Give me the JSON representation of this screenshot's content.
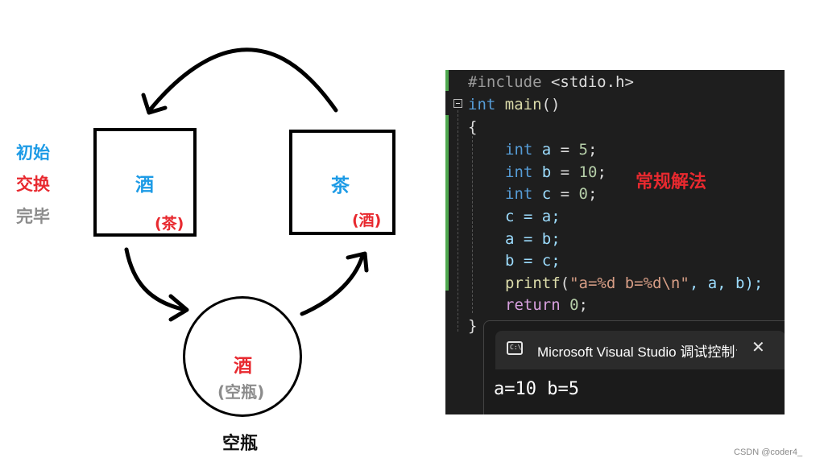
{
  "legend": {
    "initial": "初始",
    "swap": "交换",
    "done": "完毕"
  },
  "diagram": {
    "cup_a_label": "酒",
    "cup_a_swapped": "(茶)",
    "cup_b_label": "茶",
    "cup_b_swapped": "(酒)",
    "empty_label": "酒",
    "empty_sub": "(空瓶)",
    "empty_caption": "空瓶"
  },
  "code": {
    "line1_pp": "#include",
    "line1_inc": " <stdio.h>",
    "line2_kw": "int",
    "line2_fn": " main",
    "line2_rest": "()",
    "line3": "{",
    "line4_kw": "int",
    "line4_var": " a",
    "line4_op": " = ",
    "line4_num": "5",
    "line4_end": ";",
    "line5_kw": "int",
    "line5_var": " b",
    "line5_op": " = ",
    "line5_num": "10",
    "line5_end": ";",
    "line6_kw": "int",
    "line6_var": " c",
    "line6_op": " = ",
    "line6_num": "0",
    "line6_end": ";",
    "line7": "c = a;",
    "line8": "b = c;",
    "line8a": "a = b;",
    "line9_fn": "printf",
    "line9_open": "(",
    "line9_str": "\"a=%d b=%d\\n\"",
    "line9_rest": ", a, b);",
    "line10_kw": "return",
    "line10_num": " 0",
    "line10_end": ";",
    "line11": "}",
    "annotation": "常规解法"
  },
  "console": {
    "title": "Microsoft Visual Studio 调试控制台",
    "close": "✕",
    "output": "a=10 b=5"
  },
  "watermark": "CSDN @coder4_",
  "colors": {
    "red": "#e8292f",
    "blue": "#1d9be6",
    "gray": "#8c8c8c",
    "editor_bg": "#1e1e1e",
    "keyword": "#569cd6"
  }
}
